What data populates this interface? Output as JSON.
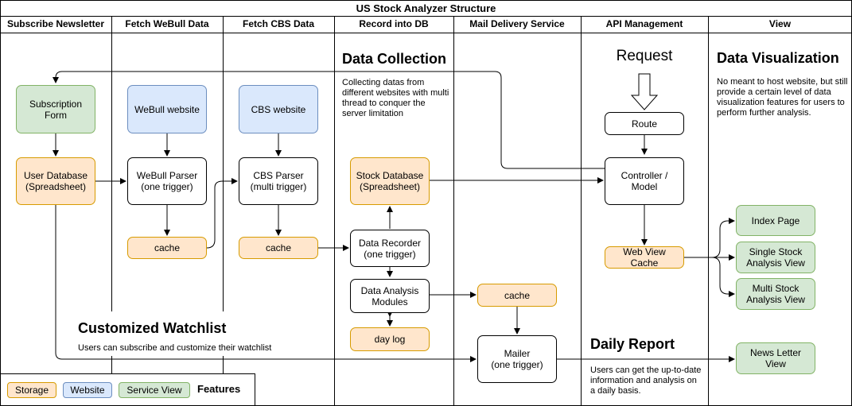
{
  "title": "US Stock Analyzer Structure",
  "lanes": [
    "Subscribe Newsletter",
    "Fetch WeBull Data",
    "Fetch CBS Data",
    "Record into DB",
    "Mail Delivery Service",
    "API Management",
    "View"
  ],
  "nodes": {
    "subscription_form": "Subscription\nForm",
    "user_database": "User Database\n(Spreadsheet)",
    "webull_website": "WeBull website",
    "webull_parser": "WeBull Parser\n(one trigger)",
    "webull_cache": "cache",
    "cbs_website": "CBS website",
    "cbs_parser": "CBS Parser\n(multi trigger)",
    "cbs_cache": "cache",
    "stock_database": "Stock Database\n(Spreadsheet)",
    "data_recorder": "Data Recorder\n(one trigger)",
    "data_analysis": "Data Analysis\nModules",
    "day_log": "day log",
    "mail_cache": "cache",
    "mailer": "Mailer\n(one trigger)",
    "route": "Route",
    "controller": "Controller /\nModel",
    "web_view_cache": "Web View\nCache",
    "index_page": "Index Page",
    "single_stock": "Single Stock\nAnalysis View",
    "multi_stock": "Multi Stock\nAnalysis View",
    "news_letter": "News Letter\nView"
  },
  "request_label": "Request",
  "sections": {
    "data_collection": {
      "heading": "Data Collection",
      "text": "Collecting datas from different websites with multi thread to conquer the server limitation"
    },
    "data_visualization": {
      "heading": "Data Visualization",
      "text": "No meant to host website, but still provide a certain level of data visualization features for users to perform further analysis."
    },
    "customized_watchlist": {
      "heading": "Customized Watchlist",
      "text": "Users can subscribe and customize their watchlist"
    },
    "daily_report": {
      "heading": "Daily Report",
      "text": "Users can get the up-to-date information and analysis on a daily basis."
    }
  },
  "legend": {
    "storage": "Storage",
    "website": "Website",
    "service": "Service View",
    "label": "Features"
  },
  "colors": {
    "storage_fill": "#ffe6cc",
    "storage_border": "#d79b00",
    "website_fill": "#dae8fc",
    "website_border": "#6c8ebf",
    "service_fill": "#d5e8d4",
    "service_border": "#82b366"
  }
}
